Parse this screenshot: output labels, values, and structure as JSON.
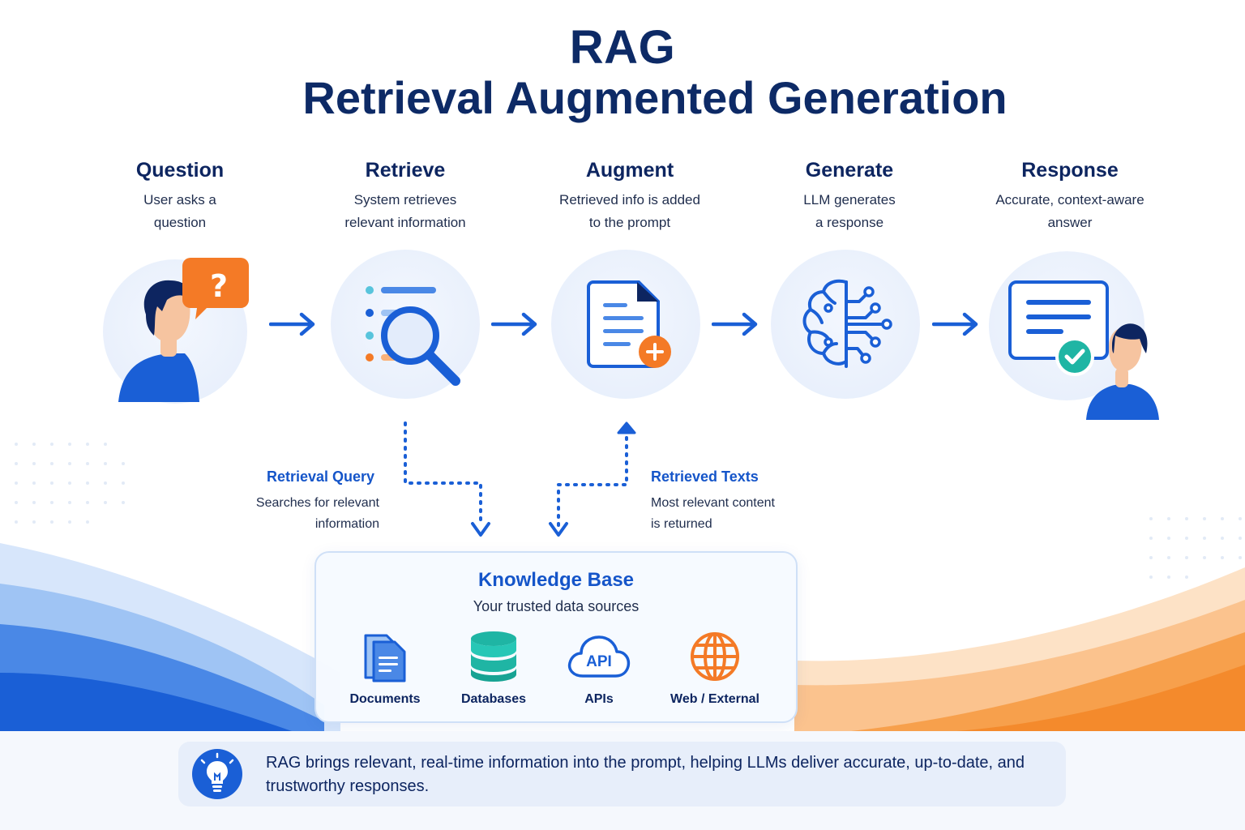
{
  "title": {
    "line1": "RAG",
    "line2": "Retrieval Augmented Generation"
  },
  "steps": [
    {
      "title": "Question",
      "desc": "User asks a\nquestion"
    },
    {
      "title": "Retrieve",
      "desc": "System retrieves\nrelevant information"
    },
    {
      "title": "Augment",
      "desc": "Retrieved info is added\nto the prompt"
    },
    {
      "title": "Generate",
      "desc": "LLM generates\na response"
    },
    {
      "title": "Response",
      "desc": "Accurate, context-aware\nanswer"
    }
  ],
  "flows": {
    "query": {
      "label": "Retrieval Query",
      "desc": "Searches for relevant\ninformation"
    },
    "texts": {
      "label": "Retrieved Texts",
      "desc": "Most relevant content\nis returned"
    }
  },
  "knowledge_base": {
    "title": "Knowledge Base",
    "subtitle": "Your trusted data sources",
    "sources": [
      {
        "label": "Documents",
        "icon": "documents-icon"
      },
      {
        "label": "Databases",
        "icon": "database-icon"
      },
      {
        "label": "APIs",
        "icon": "api-cloud-icon",
        "icon_text": "API"
      },
      {
        "label": "Web / External",
        "icon": "globe-icon"
      }
    ]
  },
  "tip": {
    "icon": "lightbulb-icon",
    "text": "RAG brings relevant, real-time information into the prompt, helping LLMs deliver accurate, up-to-date, and trustworthy responses."
  },
  "colors": {
    "navy": "#0d2560",
    "blue": "#1a5fd6",
    "orange": "#f47a26",
    "teal": "#1fb5a4",
    "circle_bg": "#eaf1fc"
  }
}
